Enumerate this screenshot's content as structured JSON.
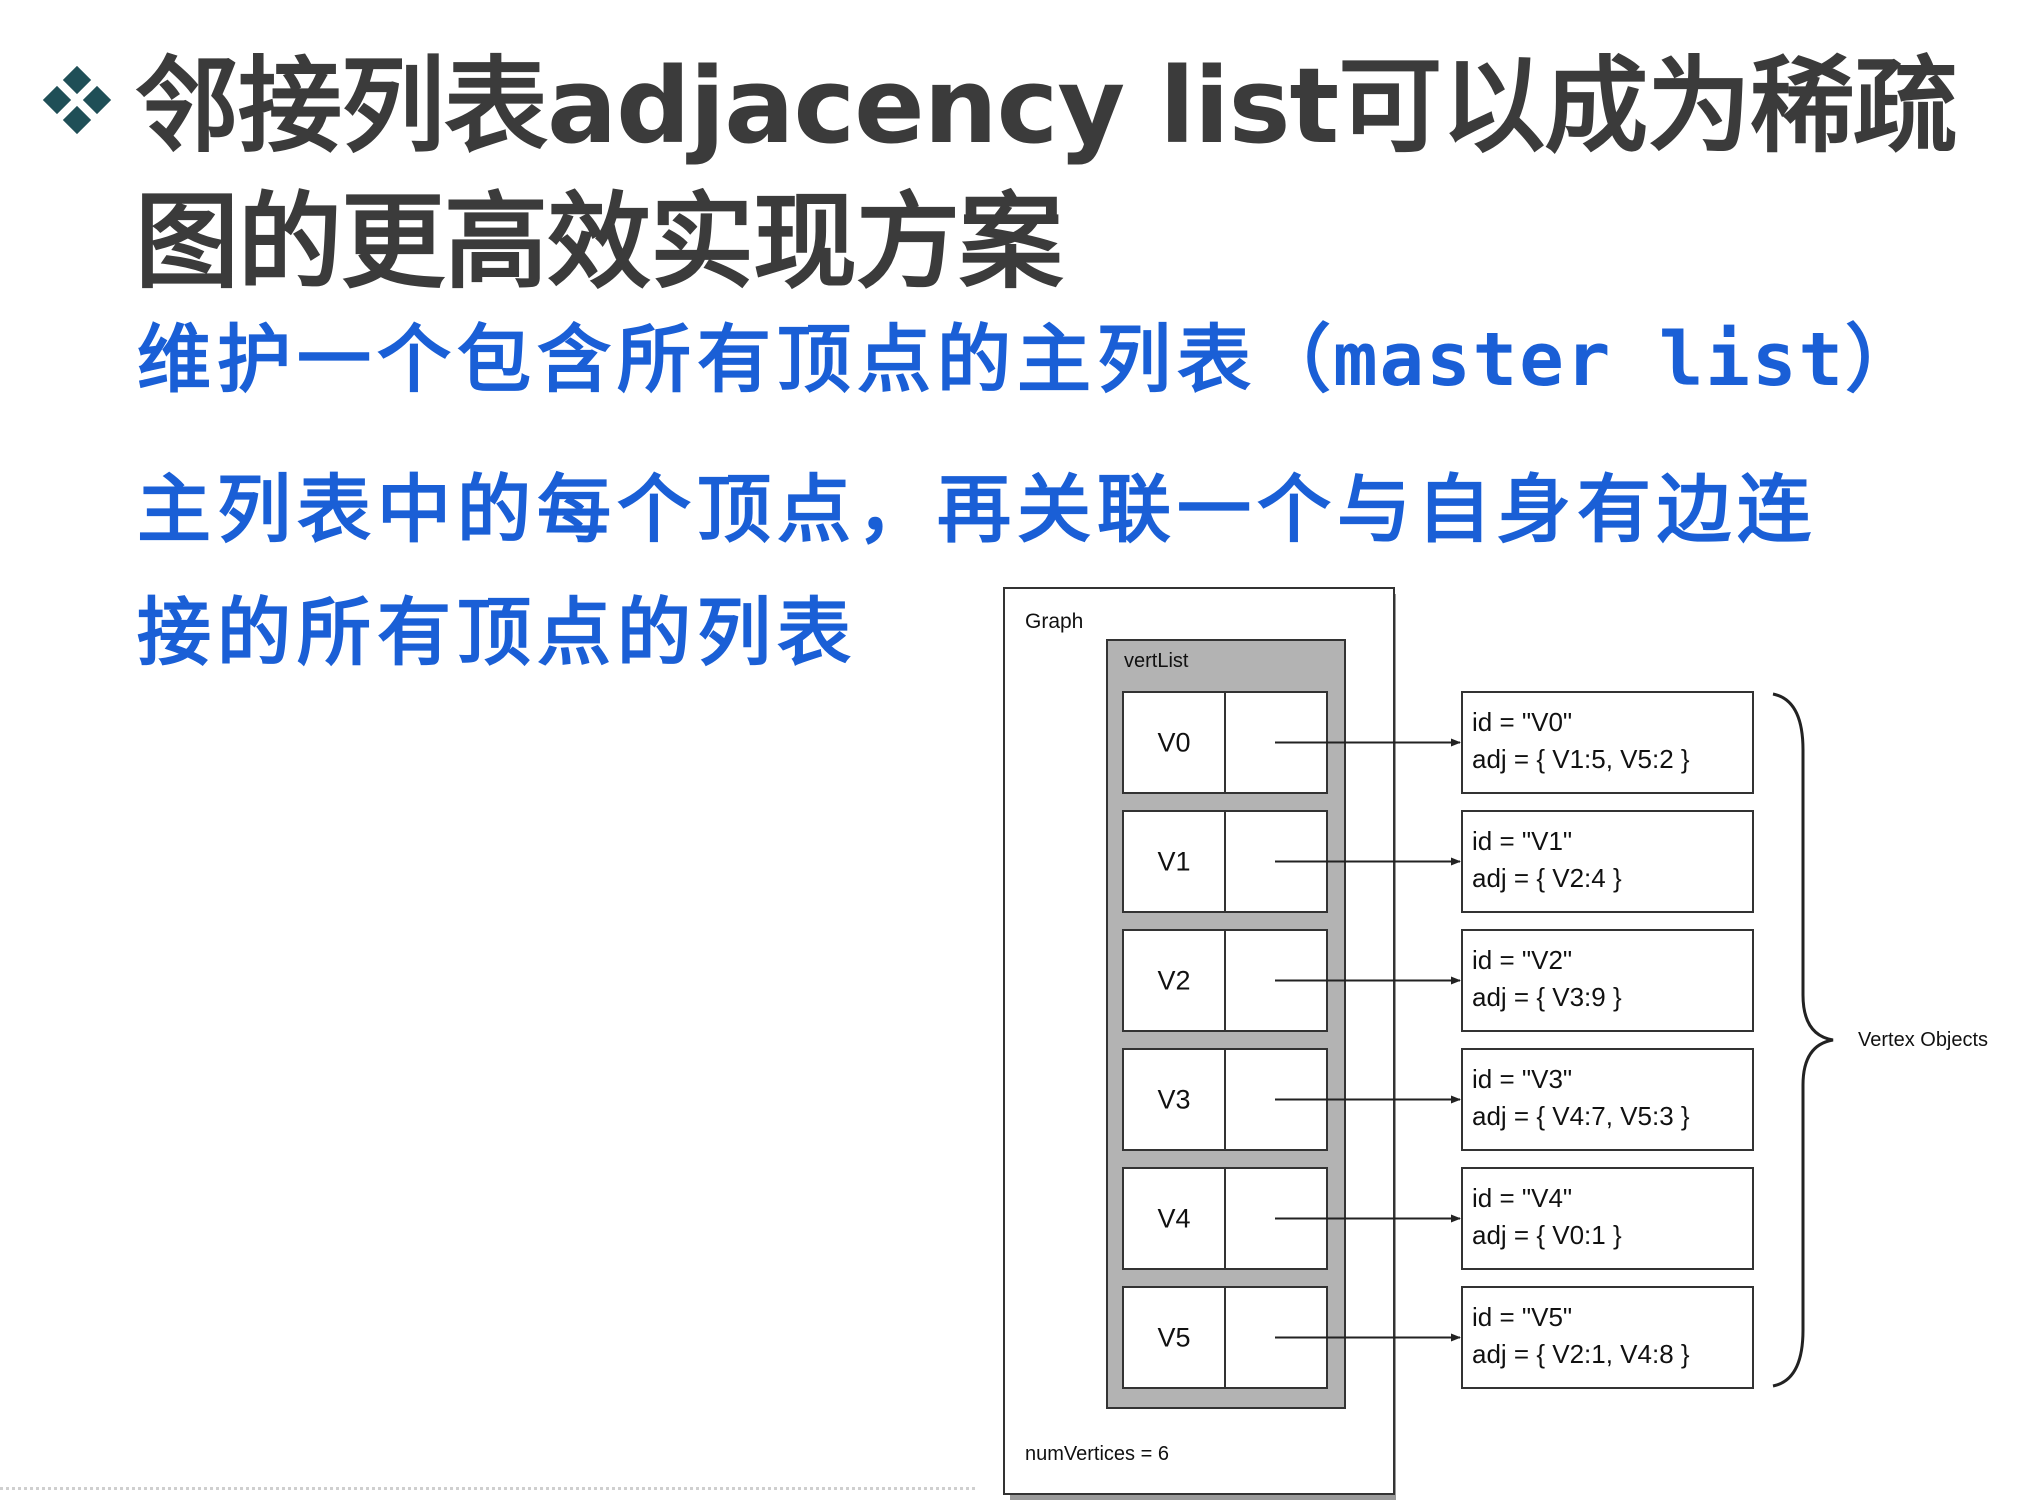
{
  "slide": {
    "title": "邻接列表adjacency list可以成为稀疏图的更高效实现方案",
    "bullet_icon": "diamond-four-bullet-icon",
    "subtitle_1_cn": "维护一个包含所有顶点的主列表",
    "subtitle_1_en": "（master list）",
    "subtitle_2": "主列表中的每个顶点，再关联一个与自身有边连",
    "subtitle_3": "接的所有顶点的列表"
  },
  "diagram": {
    "graph_label": "Graph",
    "vertlist_label": "vertList",
    "num_vertices_label": "numVertices = 6",
    "brace_label": "Vertex Objects",
    "vertices": [
      {
        "name": "V0",
        "id_text": "id = \"V0\"",
        "adj_text": "adj = { V1:5, V5:2 }"
      },
      {
        "name": "V1",
        "id_text": "id = \"V1\"",
        "adj_text": "adj = { V2:4 }"
      },
      {
        "name": "V2",
        "id_text": "id = \"V2\"",
        "adj_text": "adj = { V3:9 }"
      },
      {
        "name": "V3",
        "id_text": "id = \"V3\"",
        "adj_text": "adj = { V4:7, V5:3 }"
      },
      {
        "name": "V4",
        "id_text": "id = \"V4\"",
        "adj_text": "adj = { V0:1 }"
      },
      {
        "name": "V5",
        "id_text": "id = \"V5\"",
        "adj_text": "adj = { V2:1, V4:8 }"
      }
    ]
  },
  "colors": {
    "title": "#3b3b3b",
    "subtitle": "#1a5fd6",
    "bullet": "#1f4f57",
    "vertlist_fill": "#b3b3b3",
    "line": "#222222"
  }
}
